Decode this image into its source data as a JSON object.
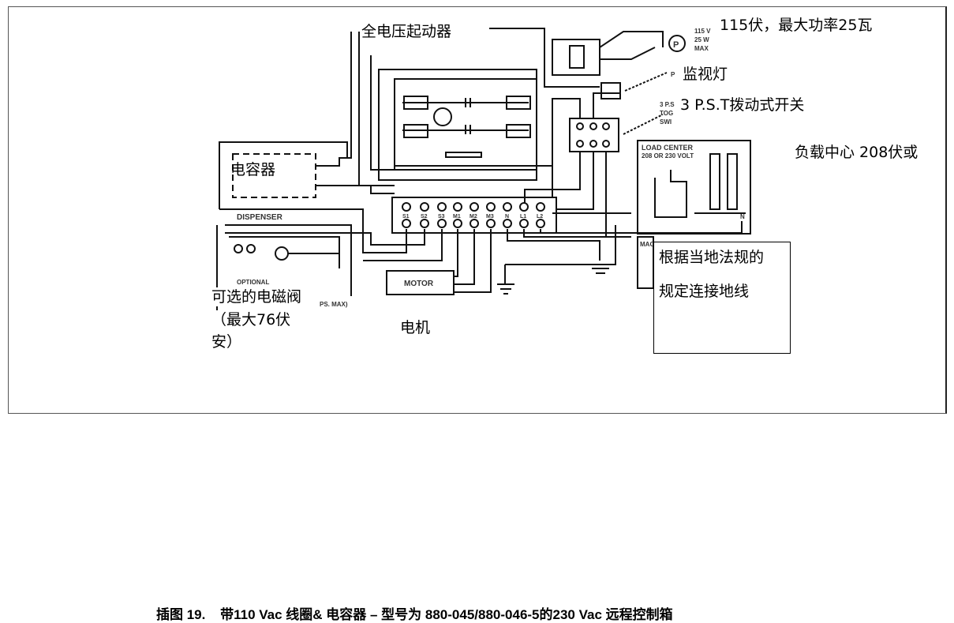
{
  "labels": {
    "starter": "全电压起动器",
    "lamp_rating": "115伏，最大功率25瓦",
    "pilot_lamp": "监视灯",
    "switch": "3 P.S.T拨动式开关",
    "load_center": "负载中心  208伏或",
    "capacitor": "电容器",
    "ground_note_1": "根据当地法规的",
    "ground_note_2": "规定连接地线",
    "solenoid_1": "可选的电磁阀",
    "solenoid_2": "（最大76伏",
    "solenoid_3": "安）",
    "motor": "电机"
  },
  "diagram_text": {
    "motor": "MOTOR",
    "dispenser": "DISPENSER",
    "load_center_1": "LOAD CENTER",
    "load_center_2": "208 OR 230 VOLT",
    "lamp_1": "115 V",
    "lamp_2": "25 W",
    "lamp_3": "MAX",
    "lamp_p": "P",
    "pilot_p": "P",
    "switch_1": "3 P.S",
    "switch_2": "TOG",
    "switch_3": "SWI",
    "optional": "OPTIONAL",
    "va_max": "PS. MAX)",
    "mag": "MAG",
    "terminals": [
      "S1",
      "S2",
      "S3",
      "M1",
      "M2",
      "M3",
      "N",
      "L1",
      "L2"
    ],
    "n_terminal": "N"
  },
  "caption": {
    "figure": "插图  19.",
    "text": "带110 Vac  线圈&  电容器  –  型号为  880-045/880-046-5的230 Vac  远程控制箱"
  }
}
